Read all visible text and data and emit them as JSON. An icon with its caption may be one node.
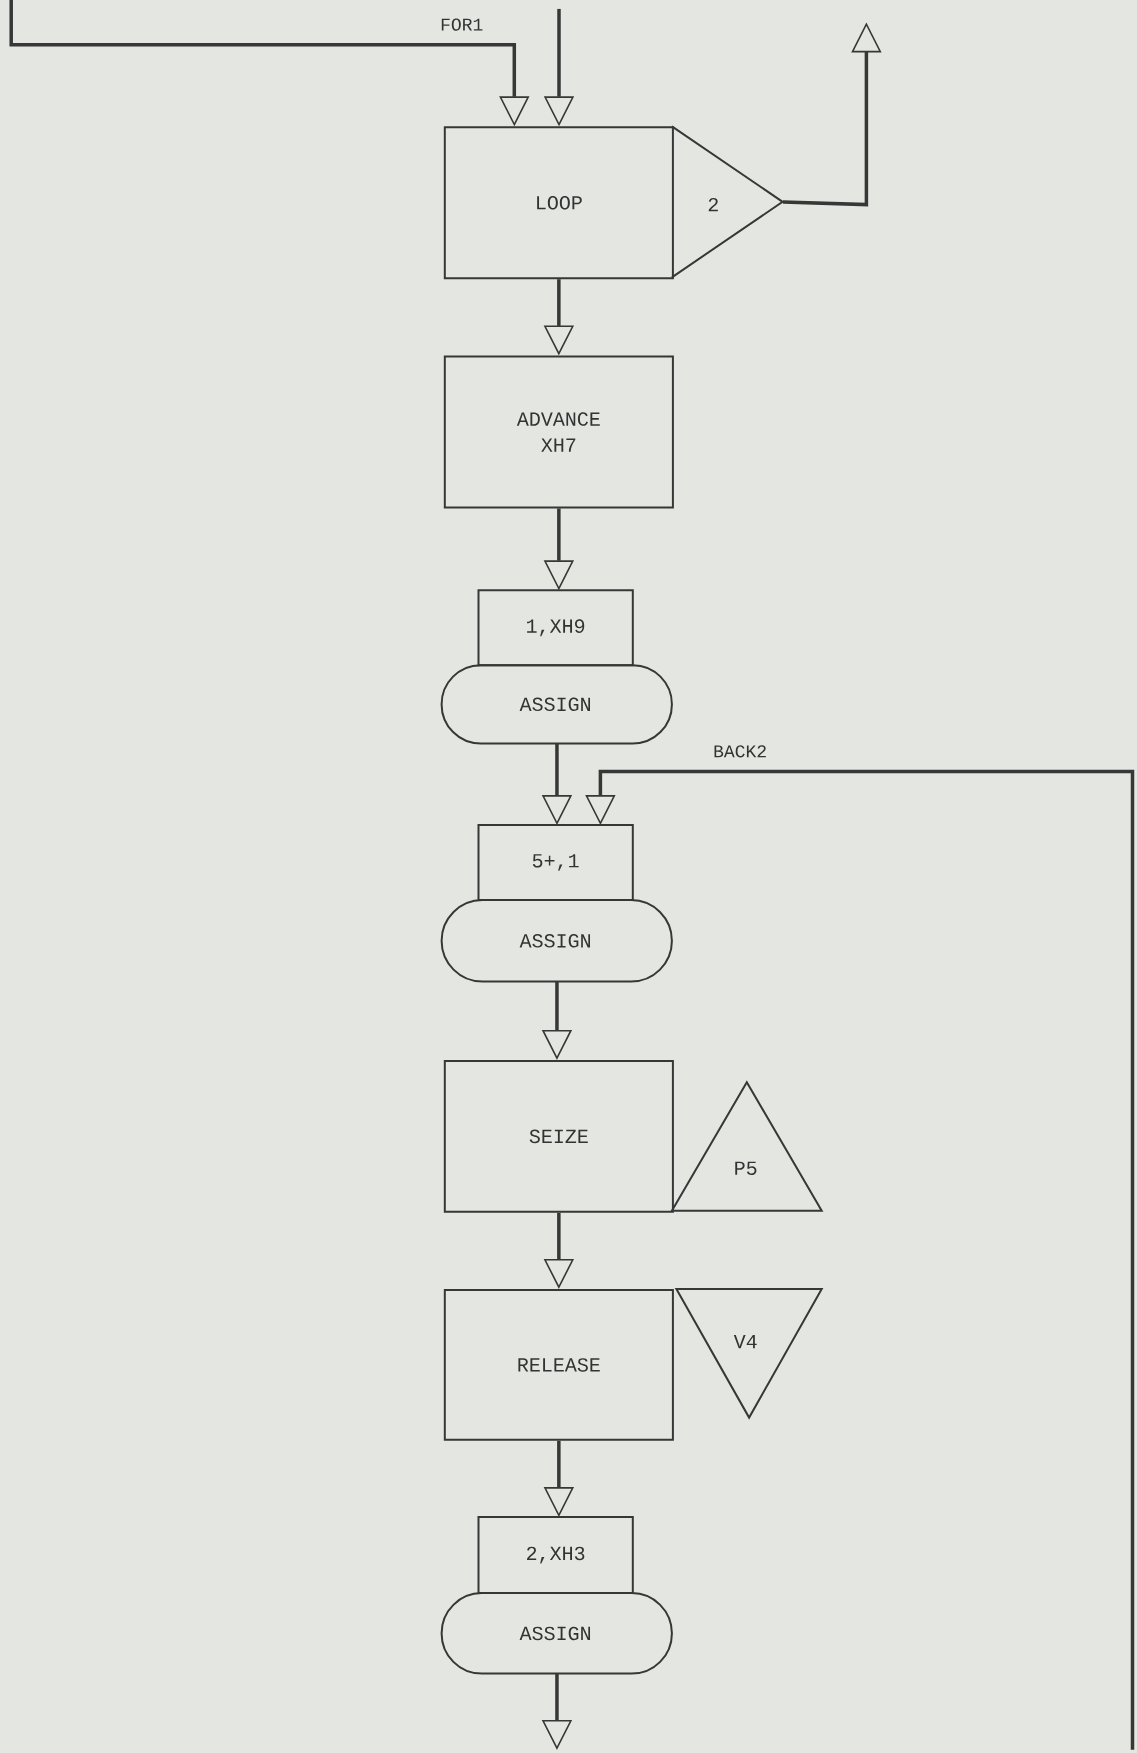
{
  "diagram": {
    "nodes": [
      {
        "text": [
          "LOOP"
        ]
      },
      {
        "text": [
          "2"
        ]
      },
      {
        "text": [
          "ADVANCE XH7"
        ]
      },
      {
        "text": [
          "1,XH9",
          "ASSIGN"
        ]
      },
      {
        "text": [
          "5+,1",
          "ASSIGN"
        ]
      },
      {
        "text": [
          "SEIZE"
        ]
      },
      {
        "text": [
          "P5"
        ]
      },
      {
        "text": [
          "RELEASE"
        ]
      },
      {
        "text": [
          "V4"
        ]
      },
      {
        "text": [
          "2,XH3",
          "ASSIGN"
        ]
      }
    ],
    "edges": [
      {
        "from": null,
        "to": 0,
        "arrow": "to",
        "label": "FOR1"
      },
      {
        "from": null,
        "to": 0,
        "arrow": "to"
      },
      {
        "from": 1,
        "to": null,
        "arrow": "to"
      },
      {
        "from": 0,
        "to": 2,
        "arrow": "to"
      },
      {
        "from": 2,
        "to": 3,
        "arrow": "to"
      },
      {
        "from": 3,
        "to": 4,
        "arrow": "to"
      },
      {
        "from": null,
        "to": 4,
        "arrow": "to",
        "label": "BACK2"
      },
      {
        "from": 4,
        "to": 5,
        "arrow": "to"
      },
      {
        "from": 5,
        "to": 7,
        "arrow": "to"
      },
      {
        "from": 7,
        "to": 9,
        "arrow": "to"
      },
      {
        "from": 9,
        "to": null,
        "arrow": "to"
      }
    ]
  }
}
